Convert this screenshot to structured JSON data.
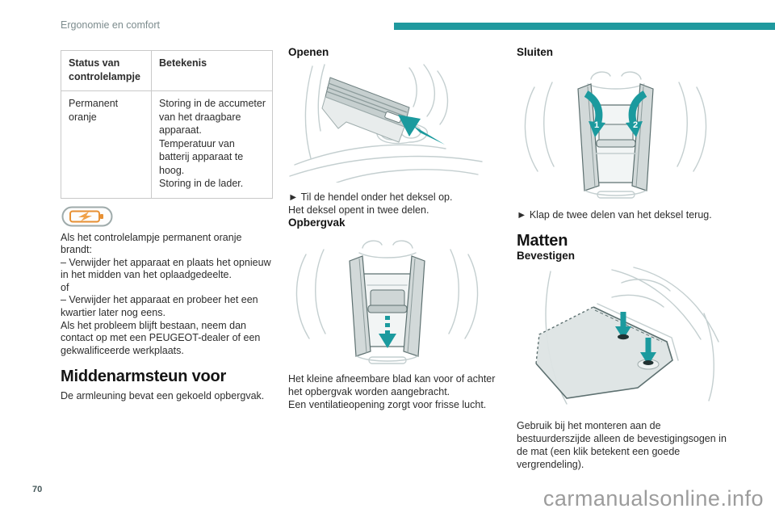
{
  "header": {
    "section_title": "Ergonomie en comfort"
  },
  "colors": {
    "accent_teal": "#1f999e",
    "warning_orange": "#e79033",
    "line_art_gray": "#c4cfd0"
  },
  "status_table": {
    "col1_header": "Status van controlelampje",
    "col2_header": "Betekenis",
    "row1_status": "Permanent oranje",
    "row1_meaning": "Storing in de accumeter van het draagbare apparaat.\nTemperatuur van batterij apparaat te hoog.\nStoring in de lader."
  },
  "left_column": {
    "charging_icon": "battery-charging-icon",
    "paragraph": "Als het controlelampje permanent oranje brandt:\n– Verwijder het apparaat en plaats het opnieuw in het midden van het oplaadgedeelte.\nof\n– Verwijder het apparaat en probeer het een kwartier later nog eens.\nAls het probleem blijft bestaan, neem dan contact op met een PEUGEOT-dealer of een gekwalificeerde werkplaats.",
    "heading": "Middenarmsteun voor",
    "intro": "De armleuning bevat een gekoeld opbergvak."
  },
  "middle_column": {
    "openen": {
      "heading": "Openen",
      "instruction": "► Til de hendel onder het deksel op.",
      "note": "Het deksel opent in twee delen."
    },
    "opbergvak": {
      "heading": "Opbergvak",
      "note": "Het kleine afneembare blad kan voor of achter het opbergvak worden aangebracht.\nEen ventilatieopening zorgt voor frisse lucht."
    }
  },
  "right_column": {
    "sluiten": {
      "heading": "Sluiten",
      "instruction": "► Klap de twee delen van het deksel terug.",
      "step1": "1",
      "step2": "2"
    },
    "matten": {
      "heading": "Matten"
    },
    "bevestigen": {
      "heading": "Bevestigen",
      "note": "Gebruik bij het monteren aan de bestuurderszijde alleen de bevestigingsogen in de mat (een klik betekent een goede vergrendeling)."
    }
  },
  "footer": {
    "page_number": "70",
    "watermark": "carmanualsonline.info"
  }
}
